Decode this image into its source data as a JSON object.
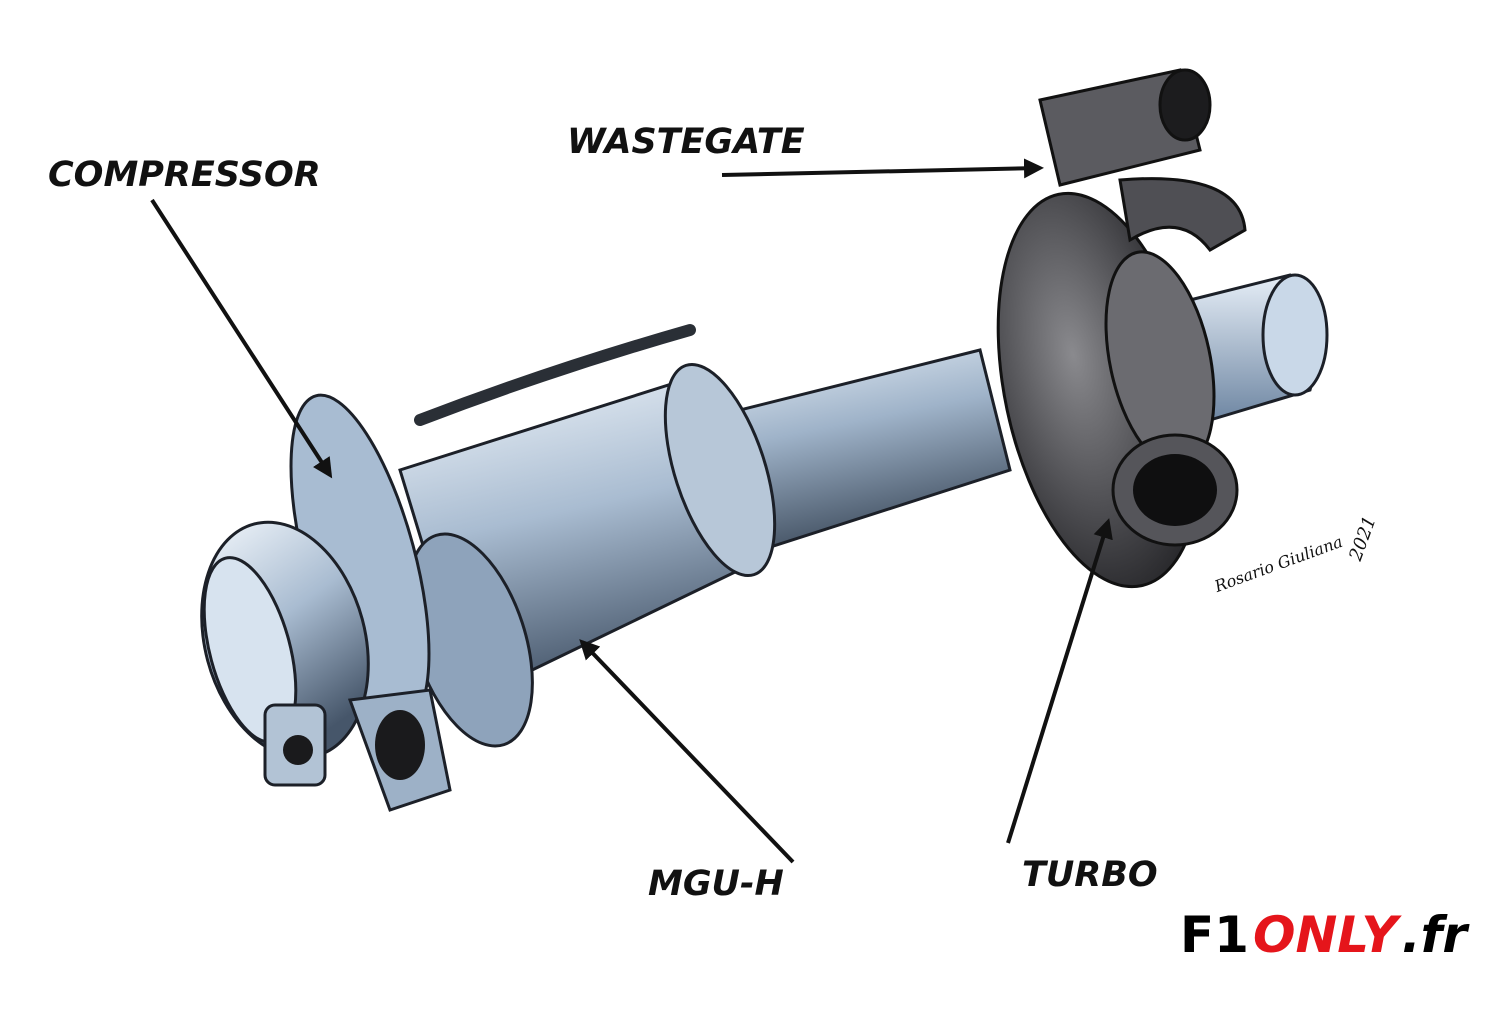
{
  "labels": {
    "compressor": "COMPRESSOR",
    "wastegate": "WASTEGATE",
    "mgu_h": "MGU-H",
    "turbo": "TURBO"
  },
  "logo": {
    "f1": "F1",
    "only": "ONLY",
    "fr": ".fr"
  },
  "signature": {
    "name": "Rosario Giuliana",
    "year": "2021"
  },
  "colors": {
    "metal_light": "#c9d8e8",
    "metal_mid": "#7f93ab",
    "metal_dark": "#2f3a48",
    "turbo_dark": "#3a3a3c",
    "logo_red": "#e5151b"
  }
}
